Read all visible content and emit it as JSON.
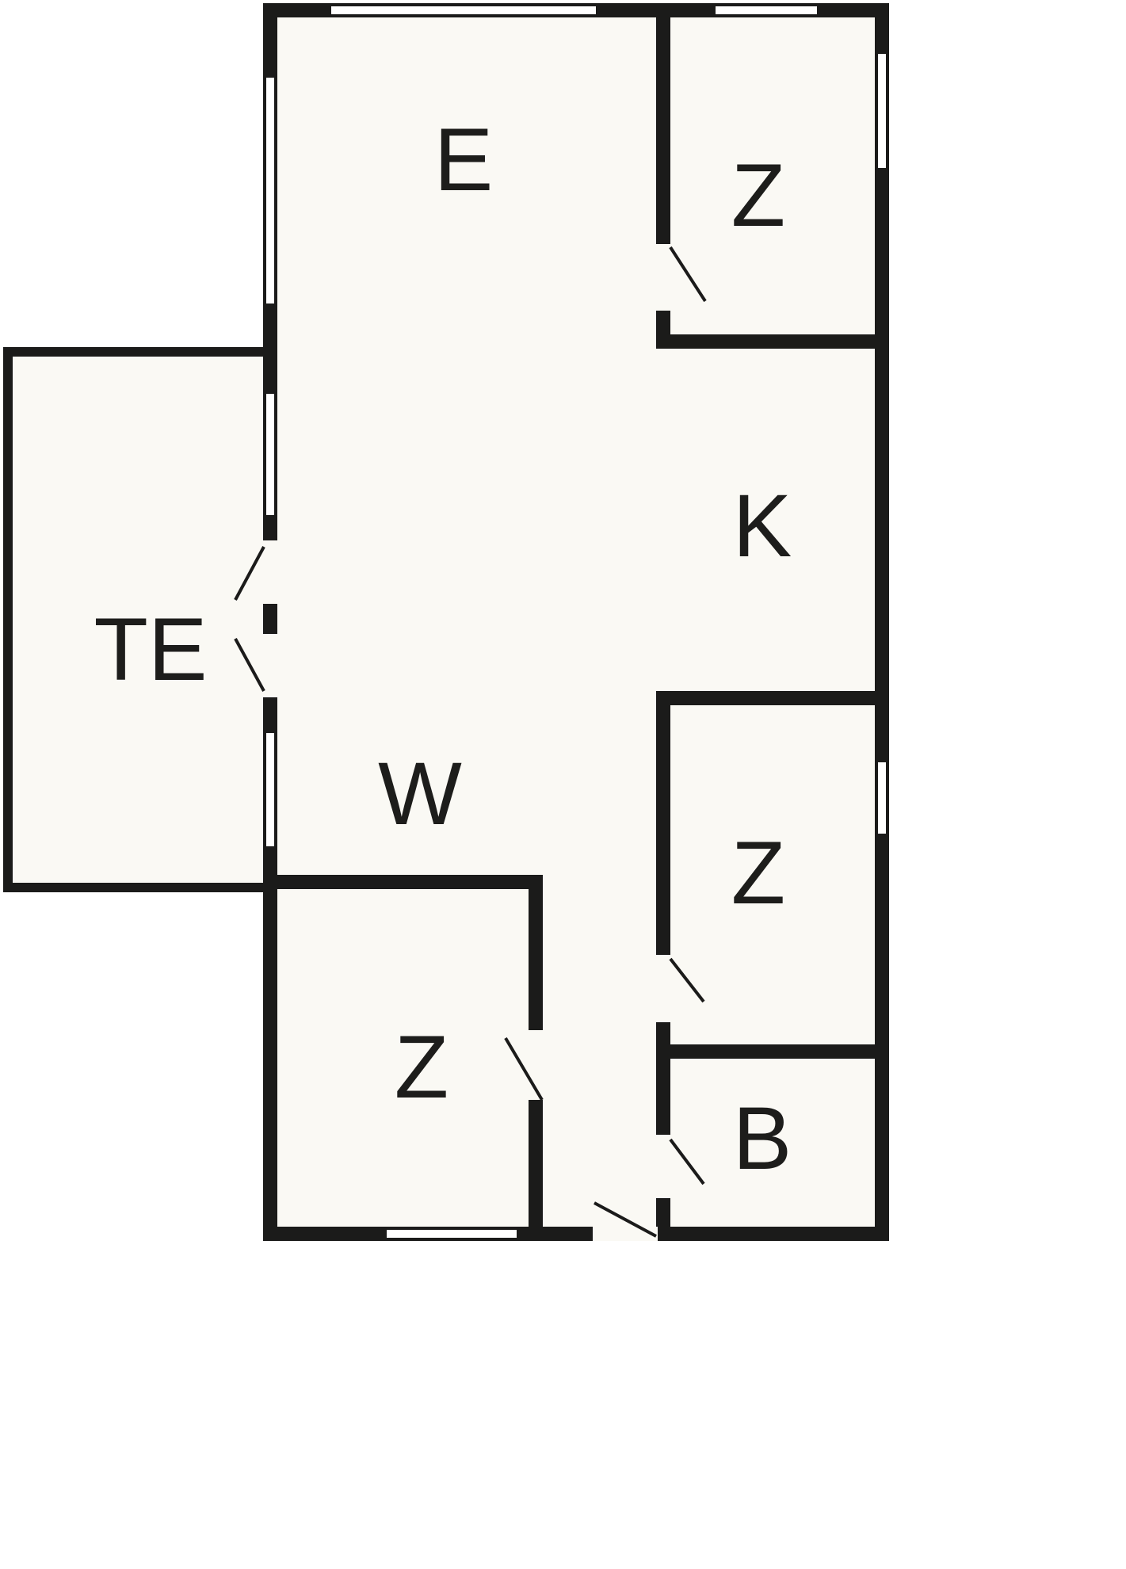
{
  "plan": {
    "rooms": [
      {
        "name": "room-e",
        "label": "E"
      },
      {
        "name": "room-z-top",
        "label": "Z"
      },
      {
        "name": "room-k",
        "label": "K"
      },
      {
        "name": "room-te",
        "label": "TE"
      },
      {
        "name": "room-w",
        "label": "W"
      },
      {
        "name": "room-z-bottom",
        "label": "Z"
      },
      {
        "name": "room-z-right",
        "label": "Z"
      },
      {
        "name": "room-b",
        "label": "B"
      }
    ]
  },
  "colors": {
    "background": "#ffffff",
    "wall": "#1b1b1a",
    "floor": "#faf9f4",
    "label": "#1d1d1b"
  }
}
